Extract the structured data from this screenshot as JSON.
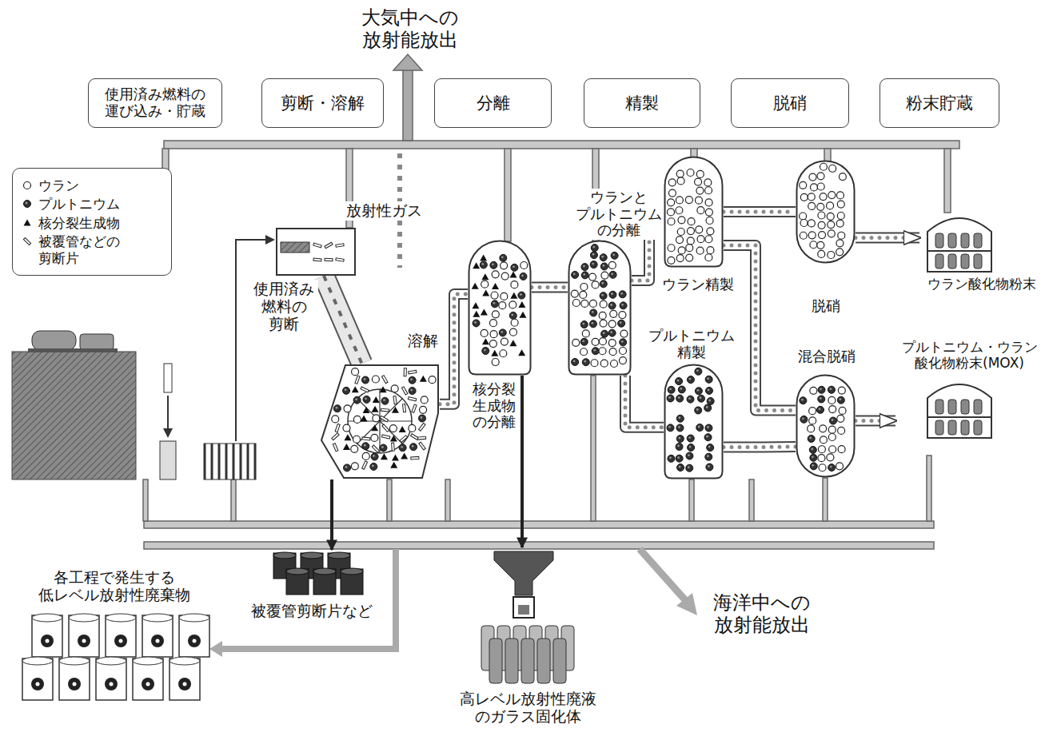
{
  "diagram": {
    "nodes": [
      {
        "text": [
          "使用済み燃料の 運び込み・貯蔵"
        ]
      },
      {
        "text": [
          "剪断・溶解"
        ]
      },
      {
        "text": [
          "分離"
        ]
      },
      {
        "text": [
          "精製"
        ]
      },
      {
        "text": [
          "脱硝"
        ]
      },
      {
        "text": [
          "粉末貯蔵"
        ]
      },
      {
        "text": [
          "使用済み 燃料の 剪断"
        ]
      },
      {
        "text": [
          "溶解"
        ]
      },
      {
        "text": [
          "核分裂 生成物 の分離"
        ]
      },
      {
        "text": [
          "ウランと プルトニウム の分離"
        ]
      },
      {
        "text": [
          "ウラン精製"
        ]
      },
      {
        "text": [
          "プルトニウム 精製"
        ]
      },
      {
        "text": [
          "脱硝"
        ]
      },
      {
        "text": [
          "混合脱硝"
        ]
      },
      {
        "text": [
          "ウラン酸化物粉末"
        ]
      },
      {
        "text": [
          "プルトニウム・ウラン 酸化物粉末(MOX)"
        ]
      },
      {
        "text": [
          "被覆管剪断片など"
        ]
      },
      {
        "text": [
          "高レベル放射性廃液 のガラス固化体"
        ]
      },
      {
        "text": [
          "各工程で発生する 低レベル放射性廃棄物"
        ]
      }
    ],
    "edges": [
      {
        "from": 6,
        "to": 7,
        "arrow": "none"
      },
      {
        "from": 7,
        "to": 8,
        "arrow": "none"
      },
      {
        "from": 8,
        "to": 9,
        "arrow": "none"
      },
      {
        "from": 9,
        "to": 10,
        "arrow": "none"
      },
      {
        "from": 9,
        "to": 11,
        "arrow": "none"
      },
      {
        "from": 10,
        "to": 12,
        "arrow": "none"
      },
      {
        "from": 10,
        "to": 13,
        "arrow": "none"
      },
      {
        "from": 11,
        "to": 13,
        "arrow": "none"
      },
      {
        "from": 12,
        "to": 14,
        "arrow": "to"
      },
      {
        "from": 13,
        "to": 15,
        "arrow": "to"
      },
      {
        "from": 7,
        "to": 16,
        "arrow": "to"
      },
      {
        "from": 8,
        "to": 17,
        "arrow": "to"
      }
    ],
    "labels": [
      "大気中への 放射能放出",
      "放射性ガス",
      "海洋中への 放射能放出"
    ],
    "legend": [
      {
        "text": "ウラン"
      },
      {
        "text": "プルトニウム"
      },
      {
        "text": "核分裂生成物"
      },
      {
        "text": "被覆管などの 剪断片"
      }
    ]
  }
}
